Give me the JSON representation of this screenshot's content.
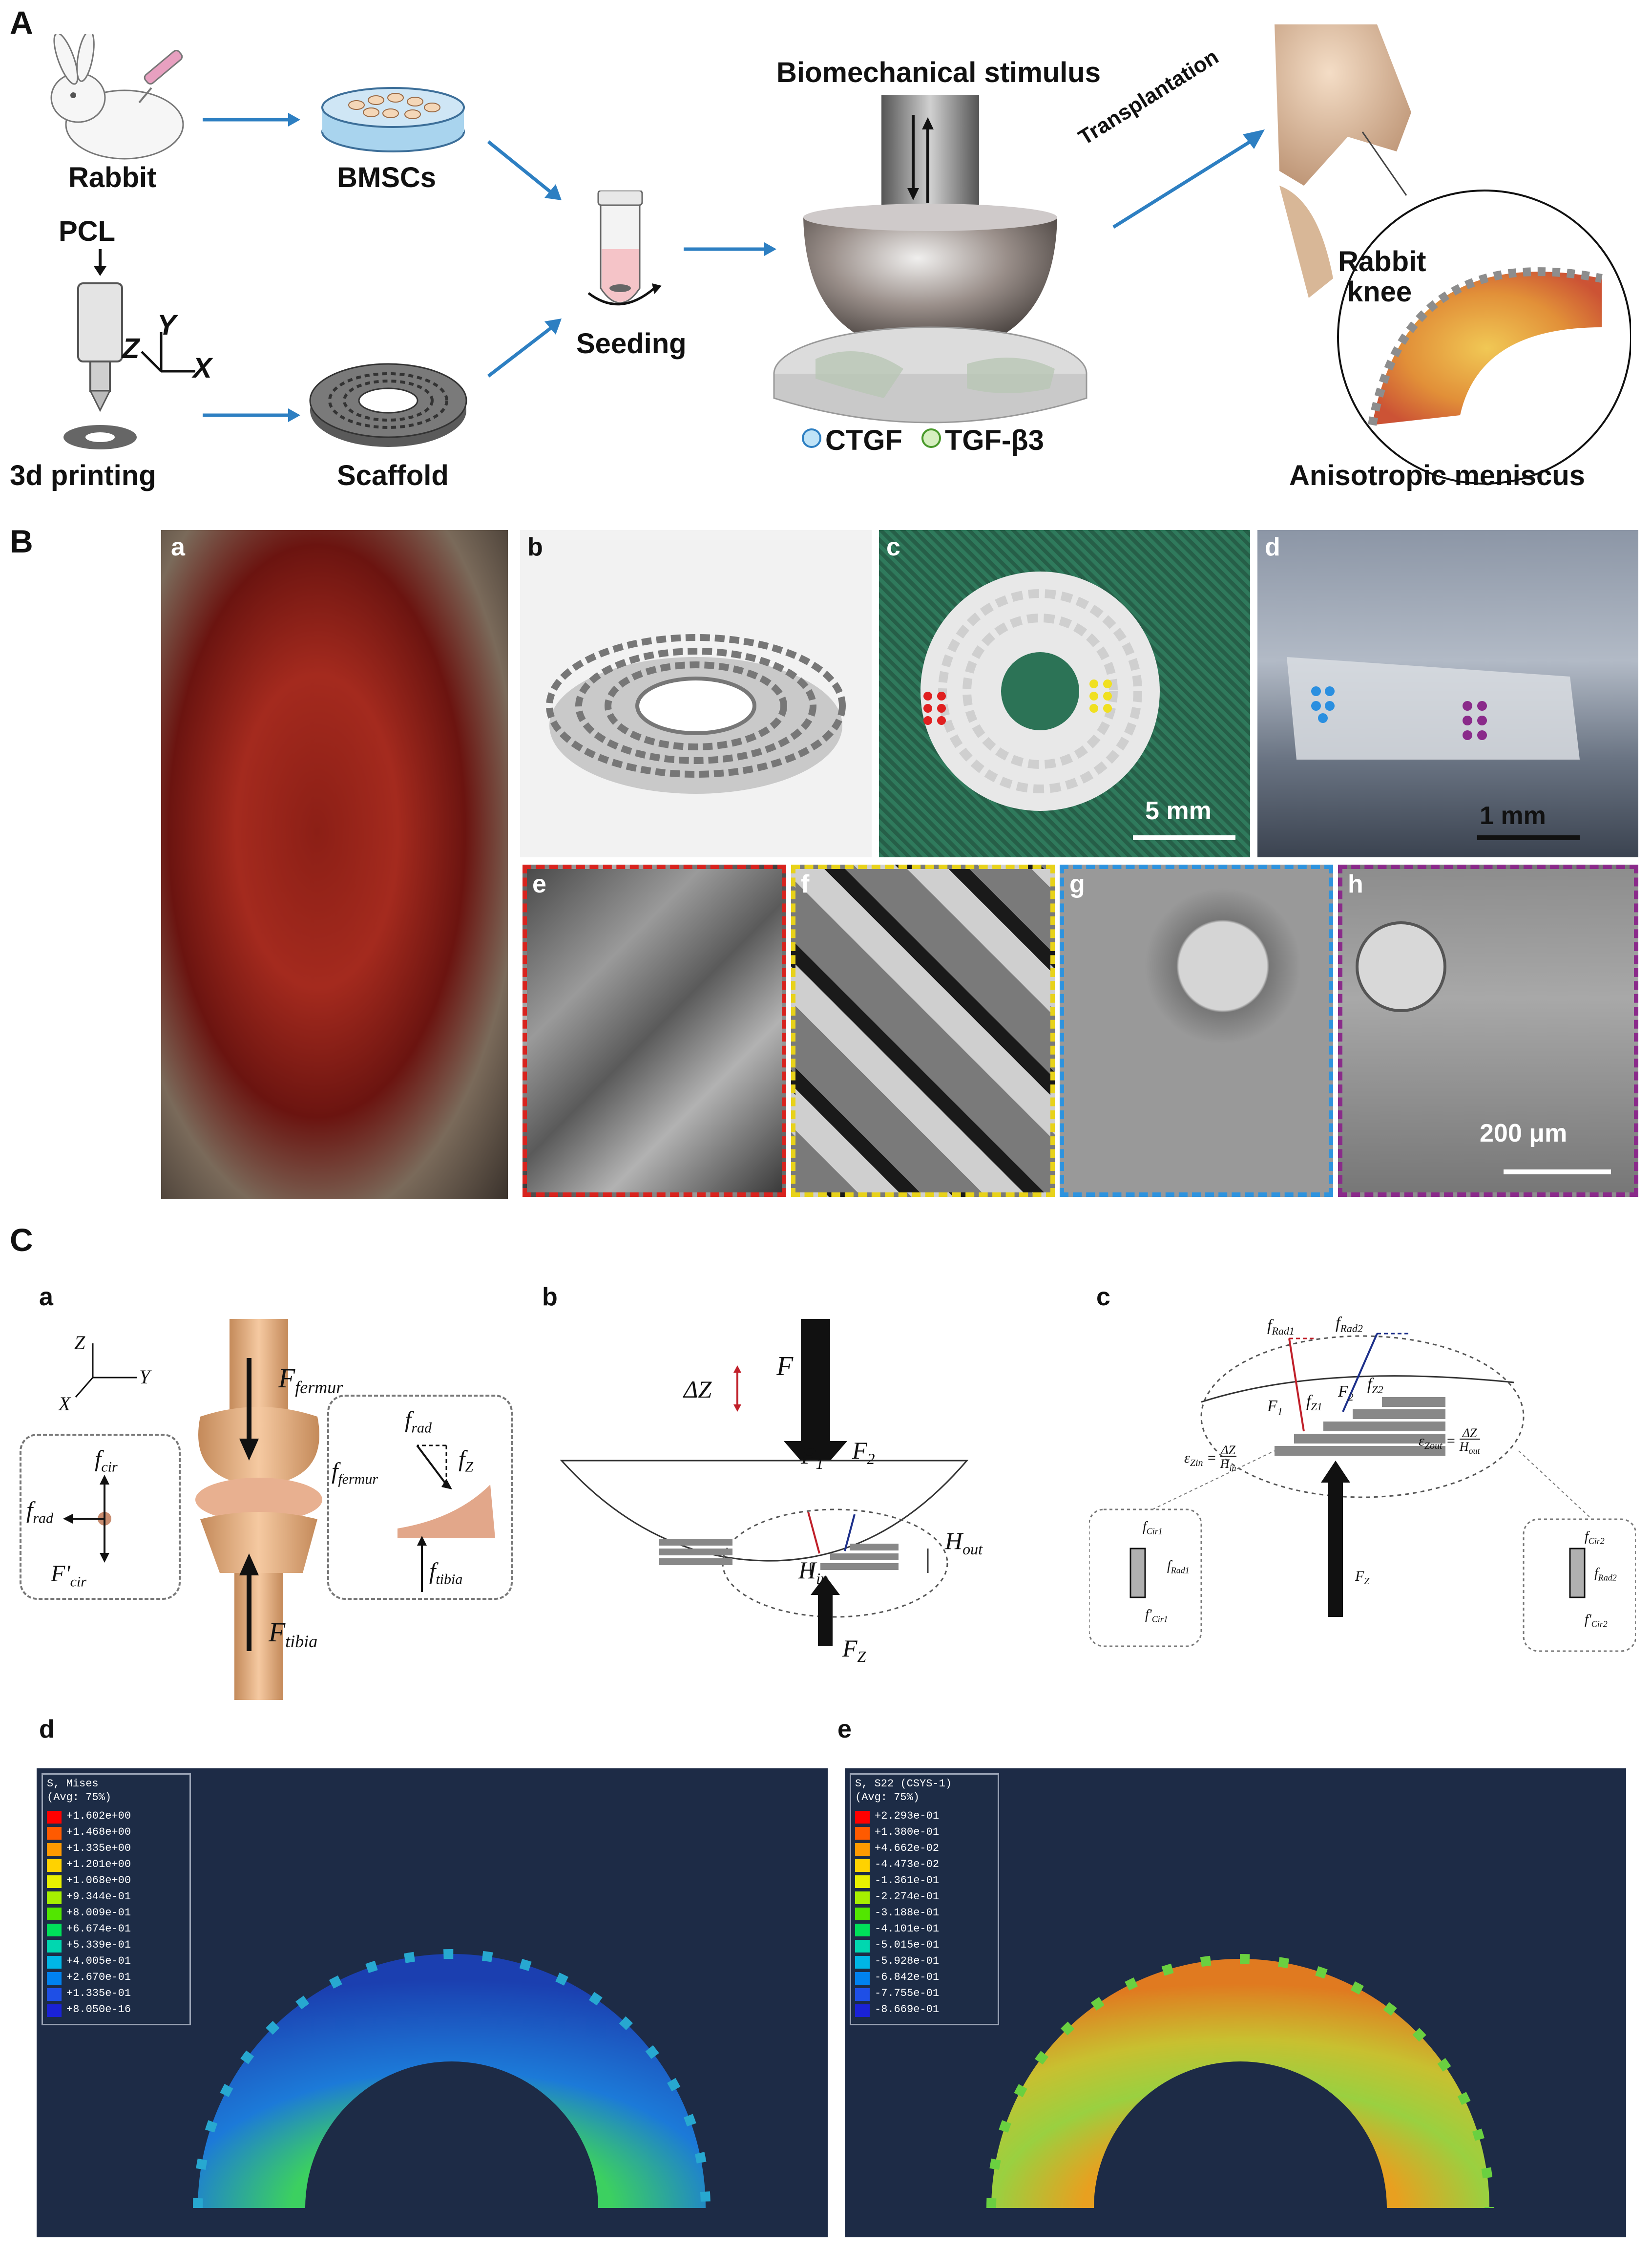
{
  "panel_A": {
    "letter": "A",
    "labels": {
      "rabbit": "Rabbit",
      "bmscs": "BMSCs",
      "pcl": "PCL",
      "printing": "3d printing",
      "scaffold": "Scaffold",
      "seeding": "Seeding",
      "stimulus": "Biomechanical stimulus",
      "transplantation": "Transplantation",
      "rabbit_knee": "Rabbit knee",
      "ctgf": "CTGF",
      "tgf": "TGF-β3",
      "meniscus": "Anisotropic meniscus",
      "axis_x": "X",
      "axis_y": "Y",
      "axis_z": "Z"
    }
  },
  "panel_B": {
    "letter": "B",
    "sub": [
      "a",
      "b",
      "c",
      "d",
      "e",
      "f",
      "g",
      "h"
    ],
    "scale_c": "5 mm",
    "scale_d": "1 mm",
    "scale_h": "200 μm"
  },
  "panel_C": {
    "letter": "C",
    "sub": [
      "a",
      "b",
      "c",
      "d",
      "e"
    ],
    "a": {
      "axis_z": "Z",
      "axis_y": "Y",
      "axis_x": "X",
      "f_fermur_base": "F",
      "f_fermur_sub": "fermur",
      "f_tibia_base": "F",
      "f_tibia_sub": "tibia",
      "f_cir": "f",
      "f_cir_sub": "cir",
      "f_rad": "f",
      "f_rad_sub": "rad",
      "f_cir2": "F'",
      "f_cir2_sub": "cir",
      "fr_rad": "f",
      "fr_rad_sub": "rad",
      "fr_fermur": "f",
      "fr_fermur_sub": "fermur",
      "fr_z": "f",
      "fr_z_sub": "Z",
      "fr_tibia": "f",
      "fr_tibia_sub": "tibia"
    },
    "b": {
      "delta_z": "ΔZ",
      "F": "F",
      "F1": "F",
      "F1_sub": "1",
      "F2": "F",
      "F2_sub": "2",
      "H_in": "H",
      "H_in_sub": "in",
      "H_out": "H",
      "H_out_sub": "out",
      "F_z": "F",
      "F_z_sub": "Z"
    },
    "c": {
      "f_rad1": "f",
      "f_rad1_sub": "Rad1",
      "f_rad2": "f",
      "f_rad2_sub": "Rad2",
      "F1": "F",
      "F1_sub": "1",
      "F2": "F",
      "F2_sub": "2",
      "fz1": "f",
      "fz1_sub": "Z1",
      "fz2": "f",
      "fz2_sub": "Z2",
      "eps_in": "ε",
      "eps_in_sub": "Zin",
      "eps_out": "ε",
      "eps_out_sub": "Zout",
      "eq_in_num": "ΔZ",
      "eq_in_den": "H",
      "eq_in_den_sub": "in",
      "eq_out_num": "ΔZ",
      "eq_out_den": "H",
      "eq_out_den_sub": "out",
      "F_z": "F",
      "F_z_sub": "Z",
      "l_cir1": "f",
      "l_cir1_sub": "Cir1",
      "l_rad1": "f",
      "l_rad1_sub": "Rad1",
      "l_cir1b": "f'",
      "l_cir1b_sub": "Cir1",
      "r_cir2": "f",
      "r_cir2_sub": "Cir2",
      "r_rad2": "f",
      "r_rad2_sub": "Rad2",
      "r_cir2b": "f'",
      "r_cir2b_sub": "Cir2"
    },
    "d": {
      "legend_title": "S, Mises",
      "legend_avg": "(Avg: 75%)",
      "values": [
        "+1.602e+00",
        "+1.468e+00",
        "+1.335e+00",
        "+1.201e+00",
        "+1.068e+00",
        "+9.344e-01",
        "+8.009e-01",
        "+6.674e-01",
        "+5.339e-01",
        "+4.005e-01",
        "+2.670e-01",
        "+1.335e-01",
        "+8.050e-16"
      ],
      "colors": [
        "#ff0000",
        "#ff5a00",
        "#ff9a00",
        "#ffd200",
        "#e8f000",
        "#a6f000",
        "#52e600",
        "#00e05a",
        "#00d7b0",
        "#00b6e6",
        "#0082f0",
        "#1e4fe6",
        "#1a22d6"
      ]
    },
    "e": {
      "legend_title": "S, S22 (CSYS-1)",
      "legend_avg": "(Avg: 75%)",
      "values": [
        "+2.293e-01",
        "+1.380e-01",
        "+4.662e-02",
        "-4.473e-02",
        "-1.361e-01",
        "-2.274e-01",
        "-3.188e-01",
        "-4.101e-01",
        "-5.015e-01",
        "-5.928e-01",
        "-6.842e-01",
        "-7.755e-01",
        "-8.669e-01"
      ],
      "colors": [
        "#ff0000",
        "#ff5a00",
        "#ff9a00",
        "#ffd200",
        "#e8f000",
        "#a6f000",
        "#52e600",
        "#00e05a",
        "#00d7b0",
        "#00b6e6",
        "#0082f0",
        "#1e4fe6",
        "#1a22d6"
      ]
    }
  }
}
